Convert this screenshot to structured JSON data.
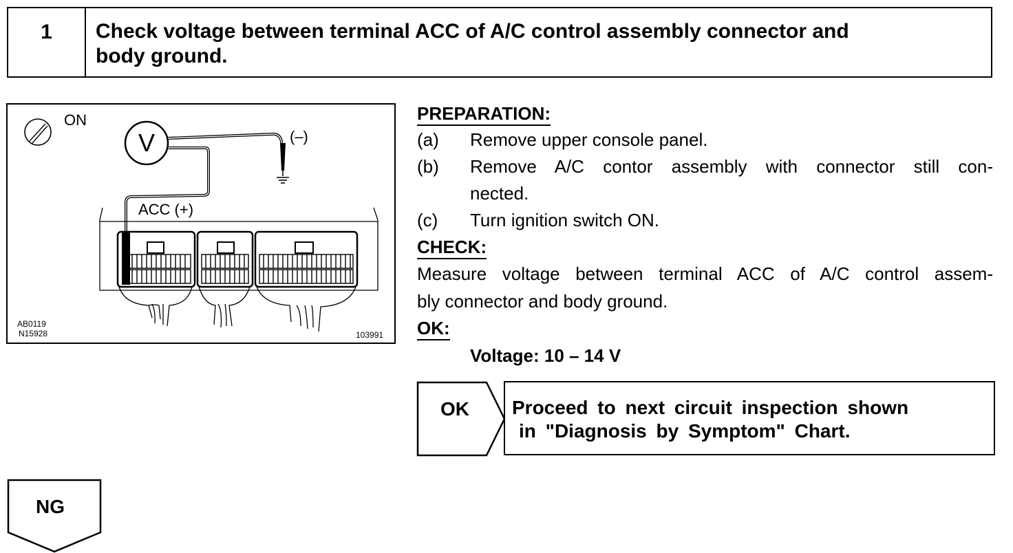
{
  "step": {
    "number": "1",
    "title_line1": "Check voltage between terminal ACC of A/C control assembly connector and",
    "title_line2": "body ground."
  },
  "figure": {
    "ignition_label": "ON",
    "meter_symbol": "V",
    "negative_label": "(–)",
    "terminal_label": "ACC (+)",
    "code_top": "AB0119",
    "code_bottom": "N15928",
    "figure_number": "103991",
    "icon": "ignition-key-icon"
  },
  "preparation": {
    "heading": "PREPARATION:",
    "steps": [
      {
        "marker": "(a)",
        "line1": "Remove upper console panel.",
        "line2": ""
      },
      {
        "marker": "(b)",
        "line1": "Remove A/C contor assembly with connector still con-",
        "line2": "nected."
      },
      {
        "marker": "(c)",
        "line1": "Turn ignition switch ON.",
        "line2": ""
      }
    ]
  },
  "check": {
    "heading": "CHECK:",
    "line1": "Measure voltage between terminal ACC of A/C control assem-",
    "line2": "bly connector and body ground."
  },
  "ok": {
    "heading": "OK:",
    "spec": "Voltage: 10 – 14 V"
  },
  "result_ok": {
    "tag": "OK",
    "line1": "Proceed to next circuit inspection shown",
    "line2": "in \"Diagnosis by Symptom\" Chart."
  },
  "result_ng": {
    "tag": "NG"
  }
}
